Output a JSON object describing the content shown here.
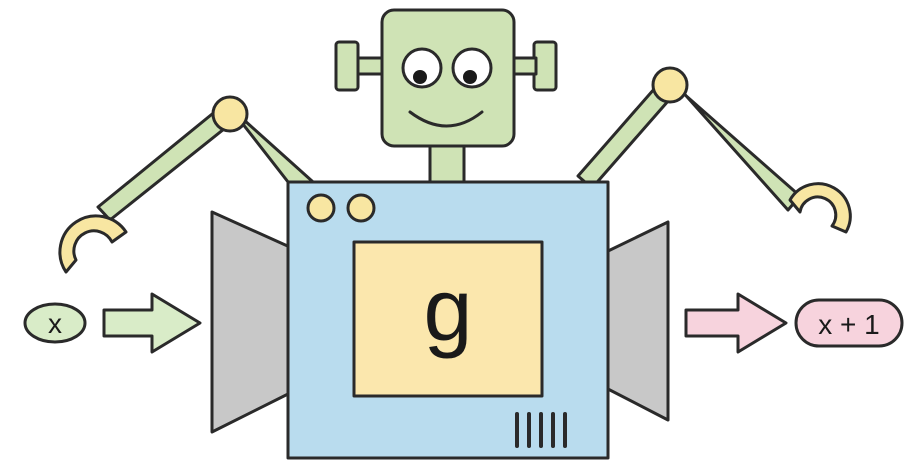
{
  "machine": {
    "function_label": "g"
  },
  "input": {
    "label": "x",
    "color": "#d9ecc8"
  },
  "output": {
    "label": "x + 1",
    "color": "#f7d3dd"
  },
  "colors": {
    "robot_head": "#cfe3b5",
    "body": "#b9dcee",
    "screen": "#fbe7ad",
    "funnel": "#c8c8c8",
    "joint": "#f8e6a2",
    "input_arrow": "#d9ecc8",
    "output_arrow": "#f7d3dd",
    "outline": "#2a2a2a"
  }
}
